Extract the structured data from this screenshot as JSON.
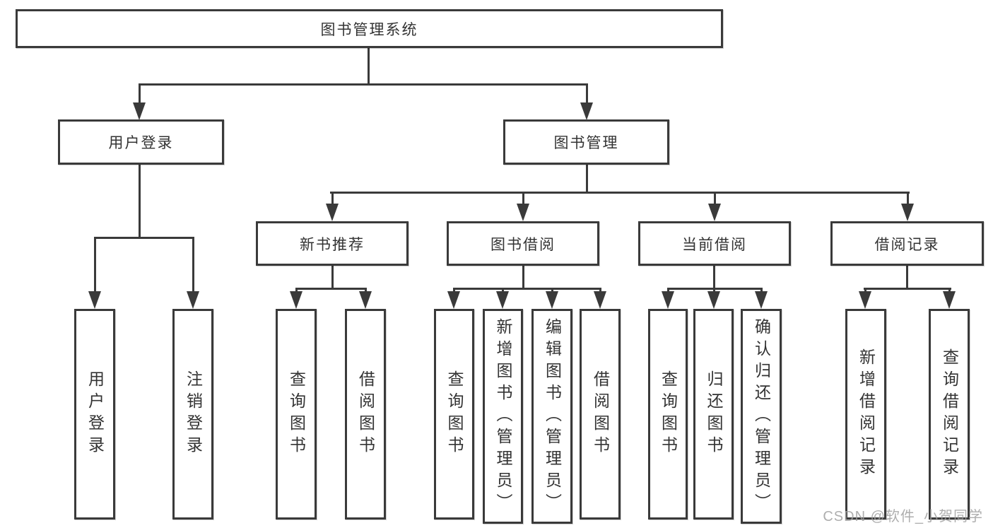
{
  "tree": {
    "label": "图书管理系统",
    "children": [
      {
        "label": "用户登录",
        "children": [
          {
            "label": "用户登录"
          },
          {
            "label": "注销登录"
          }
        ]
      },
      {
        "label": "图书管理",
        "children": [
          {
            "label": "新书推荐",
            "children": [
              {
                "label": "查询图书"
              },
              {
                "label": "借阅图书"
              }
            ]
          },
          {
            "label": "图书借阅",
            "children": [
              {
                "label": "查询图书"
              },
              {
                "label": "新增图书（管理员）"
              },
              {
                "label": "编辑图书（管理员）"
              },
              {
                "label": "借阅图书"
              }
            ]
          },
          {
            "label": "当前借阅",
            "children": [
              {
                "label": "查询图书"
              },
              {
                "label": "归还图书"
              },
              {
                "label": "确认归还（管理员）"
              }
            ]
          },
          {
            "label": "借阅记录",
            "children": [
              {
                "label": "新增借阅记录"
              },
              {
                "label": "查询借阅记录"
              }
            ]
          }
        ]
      }
    ]
  },
  "watermark": {
    "text": "CSDN @软件_小贺同学"
  },
  "colors": {
    "line": "#3a3a3a",
    "text": "#333333",
    "background": "#ffffff",
    "watermark": "#a0a0a0"
  },
  "icons": {
    "arrowhead": "solid downward triangle (css border shape)"
  }
}
